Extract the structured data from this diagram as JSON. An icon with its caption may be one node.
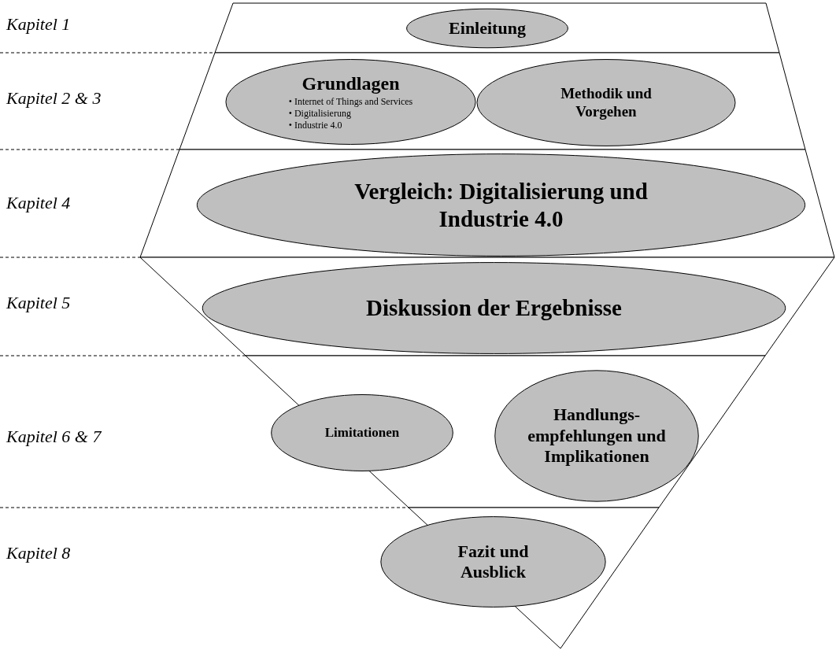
{
  "diagram": {
    "nodes": [
      {
        "text": [],
        "shape": "band"
      },
      {
        "text": [
          "Einleitung"
        ],
        "in": 0
      },
      {
        "text": [],
        "shape": "band"
      },
      {
        "text": [
          "Grundlagen",
          "• Internet of Things and Services",
          "• Digitalisierung",
          "• Industrie 4.0"
        ],
        "in": 2
      },
      {
        "text": [
          "Methodik und Vorgehen"
        ],
        "in": 2
      },
      {
        "text": [],
        "shape": "band"
      },
      {
        "text": [
          "Vergleich: Digitalisierung und Industrie 4.0"
        ],
        "in": 5
      },
      {
        "text": [],
        "shape": "band"
      },
      {
        "text": [
          "Diskussion der Ergebnisse"
        ],
        "in": 7
      },
      {
        "text": [],
        "shape": "band"
      },
      {
        "text": [
          "Limitationen"
        ],
        "in": 9
      },
      {
        "text": [
          "Handlungs- empfehlungen und Implikationen"
        ],
        "in": 9
      },
      {
        "text": [],
        "shape": "band"
      },
      {
        "text": [
          "Fazit und Ausblick"
        ],
        "in": 12
      }
    ],
    "labels": [
      "Kapitel 1",
      "Kapitel 2 & 3",
      "Kapitel 4",
      "Kapitel 5",
      "Kapitel 6 & 7",
      "Kapitel 8"
    ]
  }
}
